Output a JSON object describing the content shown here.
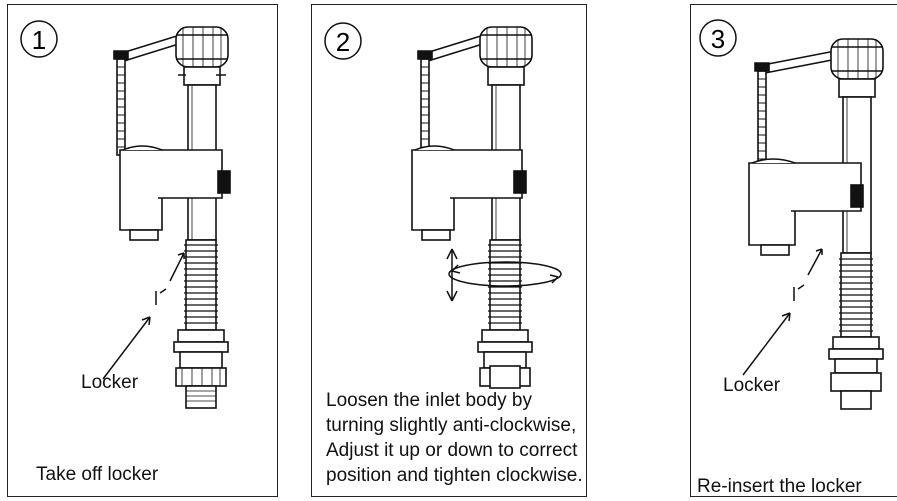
{
  "steps": [
    {
      "number": "1",
      "callout": "Locker",
      "caption": "Take off locker"
    },
    {
      "number": "2",
      "caption_lines": [
        "Loosen the inlet body by",
        "turning slightly anti-clockwise,",
        "Adjust it up or down to correct",
        "position and tighten clockwise."
      ]
    },
    {
      "number": "3",
      "callout": "Locker",
      "caption": "Re-insert the locker"
    }
  ]
}
